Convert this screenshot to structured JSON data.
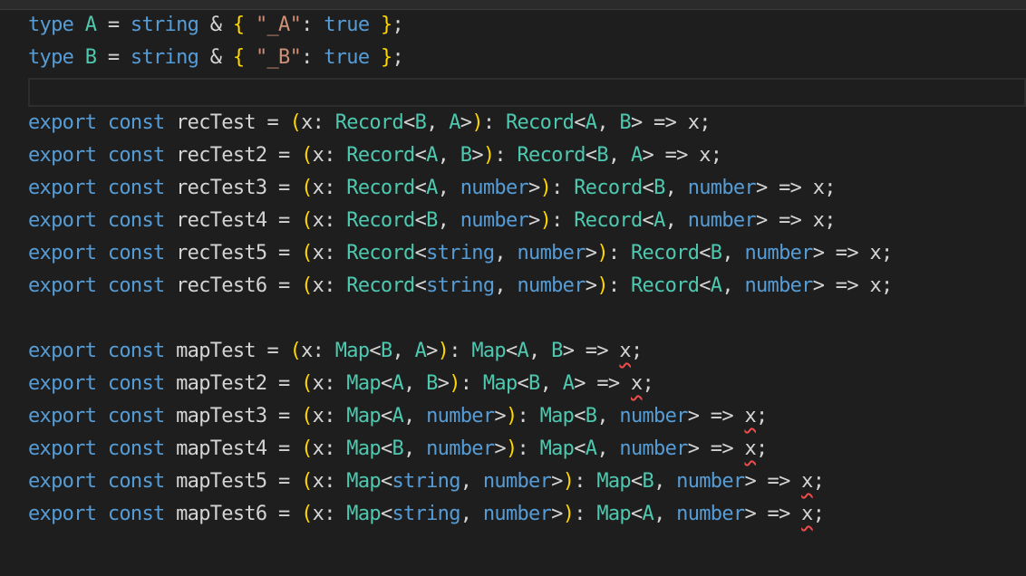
{
  "editor": {
    "language": "typescript",
    "colors": {
      "background": "#1e1e1e",
      "keyword": "#569cd6",
      "type": "#4ec9b0",
      "string": "#ce9178",
      "bracket": "#ffd700",
      "identifier": "#9cdcfe",
      "default": "#d4d4d4",
      "error_squiggle": "#f14c4c"
    },
    "lines": [
      {
        "tokens": [
          {
            "t": "type",
            "c": "keyword"
          },
          {
            "t": " "
          },
          {
            "t": "A",
            "c": "type"
          },
          {
            "t": " = "
          },
          {
            "t": "string",
            "c": "keyword"
          },
          {
            "t": " & "
          },
          {
            "t": "{",
            "c": "brace"
          },
          {
            "t": " "
          },
          {
            "t": "\"_A\"",
            "c": "string"
          },
          {
            "t": ": "
          },
          {
            "t": "true",
            "c": "keyword"
          },
          {
            "t": " "
          },
          {
            "t": "}",
            "c": "brace"
          },
          {
            "t": ";"
          }
        ]
      },
      {
        "tokens": [
          {
            "t": "type",
            "c": "keyword"
          },
          {
            "t": " "
          },
          {
            "t": "B",
            "c": "type"
          },
          {
            "t": " = "
          },
          {
            "t": "string",
            "c": "keyword"
          },
          {
            "t": " & "
          },
          {
            "t": "{",
            "c": "brace"
          },
          {
            "t": " "
          },
          {
            "t": "\"_B\"",
            "c": "string"
          },
          {
            "t": ": "
          },
          {
            "t": "true",
            "c": "keyword"
          },
          {
            "t": " "
          },
          {
            "t": "}",
            "c": "brace"
          },
          {
            "t": ";"
          }
        ]
      },
      {
        "current": true,
        "tokens": []
      },
      {
        "tokens": [
          {
            "t": "export",
            "c": "keyword"
          },
          {
            "t": " "
          },
          {
            "t": "const",
            "c": "keyword"
          },
          {
            "t": " recTest = "
          },
          {
            "t": "(",
            "c": "brace"
          },
          {
            "t": "x: "
          },
          {
            "t": "Record",
            "c": "type"
          },
          {
            "t": "<"
          },
          {
            "t": "B",
            "c": "type"
          },
          {
            "t": ", "
          },
          {
            "t": "A",
            "c": "type"
          },
          {
            "t": ">"
          },
          {
            "t": ")",
            "c": "brace"
          },
          {
            "t": ": "
          },
          {
            "t": "Record",
            "c": "type"
          },
          {
            "t": "<"
          },
          {
            "t": "A",
            "c": "type"
          },
          {
            "t": ", "
          },
          {
            "t": "B",
            "c": "type"
          },
          {
            "t": "> => x;"
          }
        ]
      },
      {
        "tokens": [
          {
            "t": "export",
            "c": "keyword"
          },
          {
            "t": " "
          },
          {
            "t": "const",
            "c": "keyword"
          },
          {
            "t": " recTest2 = "
          },
          {
            "t": "(",
            "c": "brace"
          },
          {
            "t": "x: "
          },
          {
            "t": "Record",
            "c": "type"
          },
          {
            "t": "<"
          },
          {
            "t": "A",
            "c": "type"
          },
          {
            "t": ", "
          },
          {
            "t": "B",
            "c": "type"
          },
          {
            "t": ">"
          },
          {
            "t": ")",
            "c": "brace"
          },
          {
            "t": ": "
          },
          {
            "t": "Record",
            "c": "type"
          },
          {
            "t": "<"
          },
          {
            "t": "B",
            "c": "type"
          },
          {
            "t": ", "
          },
          {
            "t": "A",
            "c": "type"
          },
          {
            "t": "> => x;"
          }
        ]
      },
      {
        "tokens": [
          {
            "t": "export",
            "c": "keyword"
          },
          {
            "t": " "
          },
          {
            "t": "const",
            "c": "keyword"
          },
          {
            "t": " recTest3 = "
          },
          {
            "t": "(",
            "c": "brace"
          },
          {
            "t": "x: "
          },
          {
            "t": "Record",
            "c": "type"
          },
          {
            "t": "<"
          },
          {
            "t": "A",
            "c": "type"
          },
          {
            "t": ", "
          },
          {
            "t": "number",
            "c": "keyword"
          },
          {
            "t": ">"
          },
          {
            "t": ")",
            "c": "brace"
          },
          {
            "t": ": "
          },
          {
            "t": "Record",
            "c": "type"
          },
          {
            "t": "<"
          },
          {
            "t": "B",
            "c": "type"
          },
          {
            "t": ", "
          },
          {
            "t": "number",
            "c": "keyword"
          },
          {
            "t": "> => x;"
          }
        ]
      },
      {
        "tokens": [
          {
            "t": "export",
            "c": "keyword"
          },
          {
            "t": " "
          },
          {
            "t": "const",
            "c": "keyword"
          },
          {
            "t": " recTest4 = "
          },
          {
            "t": "(",
            "c": "brace"
          },
          {
            "t": "x: "
          },
          {
            "t": "Record",
            "c": "type"
          },
          {
            "t": "<"
          },
          {
            "t": "B",
            "c": "type"
          },
          {
            "t": ", "
          },
          {
            "t": "number",
            "c": "keyword"
          },
          {
            "t": ">"
          },
          {
            "t": ")",
            "c": "brace"
          },
          {
            "t": ": "
          },
          {
            "t": "Record",
            "c": "type"
          },
          {
            "t": "<"
          },
          {
            "t": "A",
            "c": "type"
          },
          {
            "t": ", "
          },
          {
            "t": "number",
            "c": "keyword"
          },
          {
            "t": "> => x;"
          }
        ]
      },
      {
        "tokens": [
          {
            "t": "export",
            "c": "keyword"
          },
          {
            "t": " "
          },
          {
            "t": "const",
            "c": "keyword"
          },
          {
            "t": " recTest5 = "
          },
          {
            "t": "(",
            "c": "brace"
          },
          {
            "t": "x: "
          },
          {
            "t": "Record",
            "c": "type"
          },
          {
            "t": "<"
          },
          {
            "t": "string",
            "c": "keyword"
          },
          {
            "t": ", "
          },
          {
            "t": "number",
            "c": "keyword"
          },
          {
            "t": ">"
          },
          {
            "t": ")",
            "c": "brace"
          },
          {
            "t": ": "
          },
          {
            "t": "Record",
            "c": "type"
          },
          {
            "t": "<"
          },
          {
            "t": "B",
            "c": "type"
          },
          {
            "t": ", "
          },
          {
            "t": "number",
            "c": "keyword"
          },
          {
            "t": "> => x;"
          }
        ]
      },
      {
        "tokens": [
          {
            "t": "export",
            "c": "keyword"
          },
          {
            "t": " "
          },
          {
            "t": "const",
            "c": "keyword"
          },
          {
            "t": " recTest6 = "
          },
          {
            "t": "(",
            "c": "brace"
          },
          {
            "t": "x: "
          },
          {
            "t": "Record",
            "c": "type"
          },
          {
            "t": "<"
          },
          {
            "t": "string",
            "c": "keyword"
          },
          {
            "t": ", "
          },
          {
            "t": "number",
            "c": "keyword"
          },
          {
            "t": ">"
          },
          {
            "t": ")",
            "c": "brace"
          },
          {
            "t": ": "
          },
          {
            "t": "Record",
            "c": "type"
          },
          {
            "t": "<"
          },
          {
            "t": "A",
            "c": "type"
          },
          {
            "t": ", "
          },
          {
            "t": "number",
            "c": "keyword"
          },
          {
            "t": "> => x;"
          }
        ]
      },
      {
        "tokens": []
      },
      {
        "tokens": [
          {
            "t": "export",
            "c": "keyword"
          },
          {
            "t": " "
          },
          {
            "t": "const",
            "c": "keyword"
          },
          {
            "t": " mapTest = "
          },
          {
            "t": "(",
            "c": "brace"
          },
          {
            "t": "x: "
          },
          {
            "t": "Map",
            "c": "type"
          },
          {
            "t": "<"
          },
          {
            "t": "B",
            "c": "type"
          },
          {
            "t": ", "
          },
          {
            "t": "A",
            "c": "type"
          },
          {
            "t": ">"
          },
          {
            "t": ")",
            "c": "brace"
          },
          {
            "t": ": "
          },
          {
            "t": "Map",
            "c": "type"
          },
          {
            "t": "<"
          },
          {
            "t": "A",
            "c": "type"
          },
          {
            "t": ", "
          },
          {
            "t": "B",
            "c": "type"
          },
          {
            "t": "> => "
          },
          {
            "t": "x",
            "err": true
          },
          {
            "t": ";"
          }
        ]
      },
      {
        "tokens": [
          {
            "t": "export",
            "c": "keyword"
          },
          {
            "t": " "
          },
          {
            "t": "const",
            "c": "keyword"
          },
          {
            "t": " mapTest2 = "
          },
          {
            "t": "(",
            "c": "brace"
          },
          {
            "t": "x: "
          },
          {
            "t": "Map",
            "c": "type"
          },
          {
            "t": "<"
          },
          {
            "t": "A",
            "c": "type"
          },
          {
            "t": ", "
          },
          {
            "t": "B",
            "c": "type"
          },
          {
            "t": ">"
          },
          {
            "t": ")",
            "c": "brace"
          },
          {
            "t": ": "
          },
          {
            "t": "Map",
            "c": "type"
          },
          {
            "t": "<"
          },
          {
            "t": "B",
            "c": "type"
          },
          {
            "t": ", "
          },
          {
            "t": "A",
            "c": "type"
          },
          {
            "t": "> => "
          },
          {
            "t": "x",
            "err": true
          },
          {
            "t": ";"
          }
        ]
      },
      {
        "tokens": [
          {
            "t": "export",
            "c": "keyword"
          },
          {
            "t": " "
          },
          {
            "t": "const",
            "c": "keyword"
          },
          {
            "t": " mapTest3 = "
          },
          {
            "t": "(",
            "c": "brace"
          },
          {
            "t": "x: "
          },
          {
            "t": "Map",
            "c": "type"
          },
          {
            "t": "<"
          },
          {
            "t": "A",
            "c": "type"
          },
          {
            "t": ", "
          },
          {
            "t": "number",
            "c": "keyword"
          },
          {
            "t": ">"
          },
          {
            "t": ")",
            "c": "brace"
          },
          {
            "t": ": "
          },
          {
            "t": "Map",
            "c": "type"
          },
          {
            "t": "<"
          },
          {
            "t": "B",
            "c": "type"
          },
          {
            "t": ", "
          },
          {
            "t": "number",
            "c": "keyword"
          },
          {
            "t": "> => "
          },
          {
            "t": "x",
            "err": true
          },
          {
            "t": ";"
          }
        ]
      },
      {
        "tokens": [
          {
            "t": "export",
            "c": "keyword"
          },
          {
            "t": " "
          },
          {
            "t": "const",
            "c": "keyword"
          },
          {
            "t": " mapTest4 = "
          },
          {
            "t": "(",
            "c": "brace"
          },
          {
            "t": "x: "
          },
          {
            "t": "Map",
            "c": "type"
          },
          {
            "t": "<"
          },
          {
            "t": "B",
            "c": "type"
          },
          {
            "t": ", "
          },
          {
            "t": "number",
            "c": "keyword"
          },
          {
            "t": ">"
          },
          {
            "t": ")",
            "c": "brace"
          },
          {
            "t": ": "
          },
          {
            "t": "Map",
            "c": "type"
          },
          {
            "t": "<"
          },
          {
            "t": "A",
            "c": "type"
          },
          {
            "t": ", "
          },
          {
            "t": "number",
            "c": "keyword"
          },
          {
            "t": "> => "
          },
          {
            "t": "x",
            "err": true
          },
          {
            "t": ";"
          }
        ]
      },
      {
        "tokens": [
          {
            "t": "export",
            "c": "keyword"
          },
          {
            "t": " "
          },
          {
            "t": "const",
            "c": "keyword"
          },
          {
            "t": " mapTest5 = "
          },
          {
            "t": "(",
            "c": "brace"
          },
          {
            "t": "x: "
          },
          {
            "t": "Map",
            "c": "type"
          },
          {
            "t": "<"
          },
          {
            "t": "string",
            "c": "keyword"
          },
          {
            "t": ", "
          },
          {
            "t": "number",
            "c": "keyword"
          },
          {
            "t": ">"
          },
          {
            "t": ")",
            "c": "brace"
          },
          {
            "t": ": "
          },
          {
            "t": "Map",
            "c": "type"
          },
          {
            "t": "<"
          },
          {
            "t": "B",
            "c": "type"
          },
          {
            "t": ", "
          },
          {
            "t": "number",
            "c": "keyword"
          },
          {
            "t": "> => "
          },
          {
            "t": "x",
            "err": true
          },
          {
            "t": ";"
          }
        ]
      },
      {
        "tokens": [
          {
            "t": "export",
            "c": "keyword"
          },
          {
            "t": " "
          },
          {
            "t": "const",
            "c": "keyword"
          },
          {
            "t": " mapTest6 = "
          },
          {
            "t": "(",
            "c": "brace"
          },
          {
            "t": "x: "
          },
          {
            "t": "Map",
            "c": "type"
          },
          {
            "t": "<"
          },
          {
            "t": "string",
            "c": "keyword"
          },
          {
            "t": ", "
          },
          {
            "t": "number",
            "c": "keyword"
          },
          {
            "t": ">"
          },
          {
            "t": ")",
            "c": "brace"
          },
          {
            "t": ": "
          },
          {
            "t": "Map",
            "c": "type"
          },
          {
            "t": "<"
          },
          {
            "t": "A",
            "c": "type"
          },
          {
            "t": ", "
          },
          {
            "t": "number",
            "c": "keyword"
          },
          {
            "t": "> => "
          },
          {
            "t": "x",
            "err": true
          },
          {
            "t": ";"
          }
        ]
      }
    ]
  }
}
